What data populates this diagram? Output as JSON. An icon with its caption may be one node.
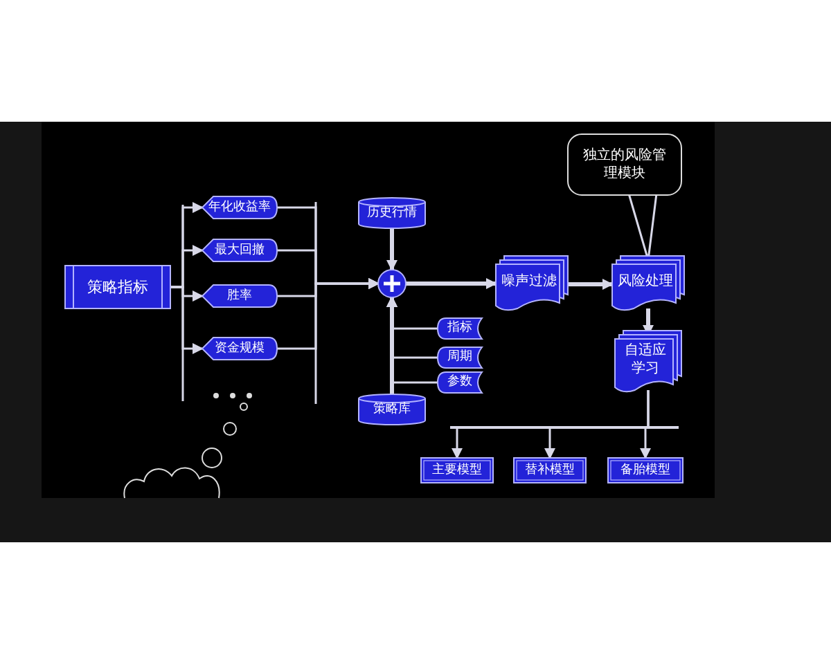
{
  "diagram": {
    "nodes": [
      {
        "text": [
          "策略指标"
        ]
      },
      {
        "text": [
          "年化收益率"
        ]
      },
      {
        "text": [
          "最大回撤"
        ]
      },
      {
        "text": [
          "胜率"
        ]
      },
      {
        "text": [
          "资金规模"
        ]
      },
      {
        "text": [
          "历史行情"
        ]
      },
      {
        "text": [],
        "shape": "circle"
      },
      {
        "text": [
          "策略库"
        ]
      },
      {
        "text": [
          "指标"
        ]
      },
      {
        "text": [
          "周期"
        ]
      },
      {
        "text": [
          "参数"
        ]
      },
      {
        "text": [
          "噪声过滤"
        ]
      },
      {
        "text": [
          "风险处理"
        ]
      },
      {
        "text": [
          "独立的风险管理模块"
        ]
      },
      {
        "text": [
          "自适应学习"
        ]
      },
      {
        "text": [
          "主要模型"
        ]
      },
      {
        "text": [
          "替补模型"
        ]
      },
      {
        "text": [
          "备胎模型"
        ]
      }
    ],
    "edges": [
      {
        "from": 0,
        "to": 1,
        "arrow": "to"
      },
      {
        "from": 0,
        "to": 2,
        "arrow": "to"
      },
      {
        "from": 0,
        "to": 3,
        "arrow": "to"
      },
      {
        "from": 0,
        "to": 4,
        "arrow": "to"
      },
      {
        "from": 1,
        "to": 6,
        "arrow": "to"
      },
      {
        "from": 2,
        "to": 6,
        "arrow": "to"
      },
      {
        "from": 3,
        "to": 6,
        "arrow": "to"
      },
      {
        "from": 4,
        "to": 6,
        "arrow": "to"
      },
      {
        "from": 5,
        "to": 6,
        "arrow": "to",
        "style": "thick"
      },
      {
        "from": 7,
        "to": 6,
        "arrow": "to",
        "style": "thick"
      },
      {
        "from": 8,
        "to": 6,
        "arrow": "to"
      },
      {
        "from": 9,
        "to": 6,
        "arrow": "to"
      },
      {
        "from": 10,
        "to": 6,
        "arrow": "to"
      },
      {
        "from": 6,
        "to": 11,
        "arrow": "to",
        "style": "thick"
      },
      {
        "from": 11,
        "to": 12,
        "arrow": "to",
        "style": "thick"
      },
      {
        "from": 13,
        "to": 12,
        "arrow": "none"
      },
      {
        "from": 12,
        "to": 14,
        "arrow": "to",
        "style": "thick"
      },
      {
        "from": 14,
        "to": 15,
        "arrow": "to"
      },
      {
        "from": 14,
        "to": 16,
        "arrow": "to"
      },
      {
        "from": 14,
        "to": 17,
        "arrow": "to"
      }
    ]
  }
}
